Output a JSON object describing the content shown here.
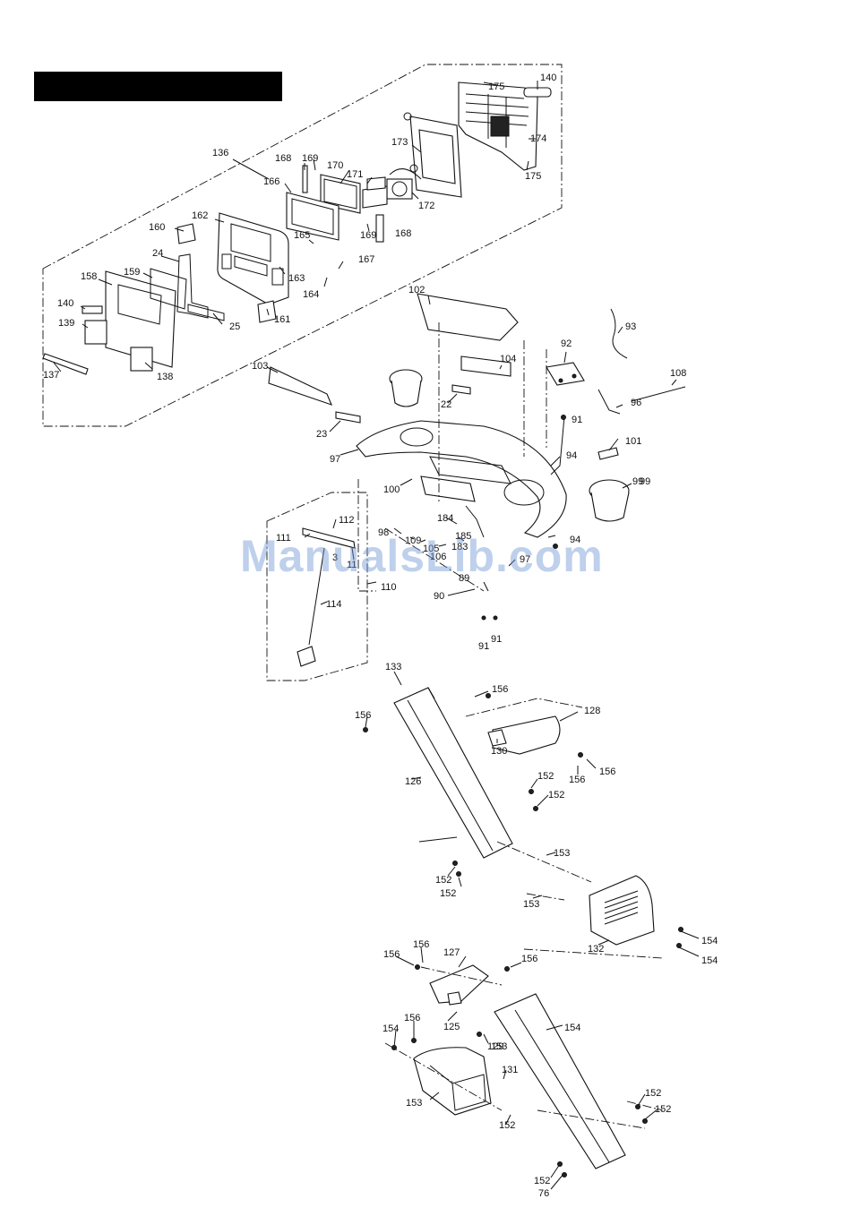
{
  "watermark": "ManualsLib.com",
  "labels": [
    "175",
    "140",
    "174",
    "175",
    "173",
    "172",
    "171",
    "170",
    "169",
    "168",
    "166",
    "169",
    "168",
    "136",
    "162",
    "160",
    "165",
    "167",
    "164",
    "163",
    "24",
    "158",
    "159",
    "161",
    "25",
    "140",
    "139",
    "138",
    "137",
    "102",
    "93",
    "92",
    "91",
    "108",
    "96",
    "101",
    "104",
    "99",
    "22",
    "103",
    "23",
    "97",
    "94",
    "100",
    "99",
    "98",
    "112",
    "111",
    "184",
    "185",
    "183",
    "109",
    "105",
    "106",
    "3",
    "11",
    "97",
    "89",
    "90",
    "110",
    "114",
    "91",
    "91",
    "94",
    "133",
    "156",
    "156",
    "128",
    "130",
    "156",
    "156",
    "126",
    "152",
    "152",
    "153",
    "152",
    "152",
    "153",
    "132",
    "154",
    "154",
    "156",
    "156",
    "127",
    "156",
    "129",
    "125",
    "154",
    "154",
    "156",
    "153",
    "131",
    "153",
    "152",
    "152",
    "152",
    "152",
    "76"
  ]
}
